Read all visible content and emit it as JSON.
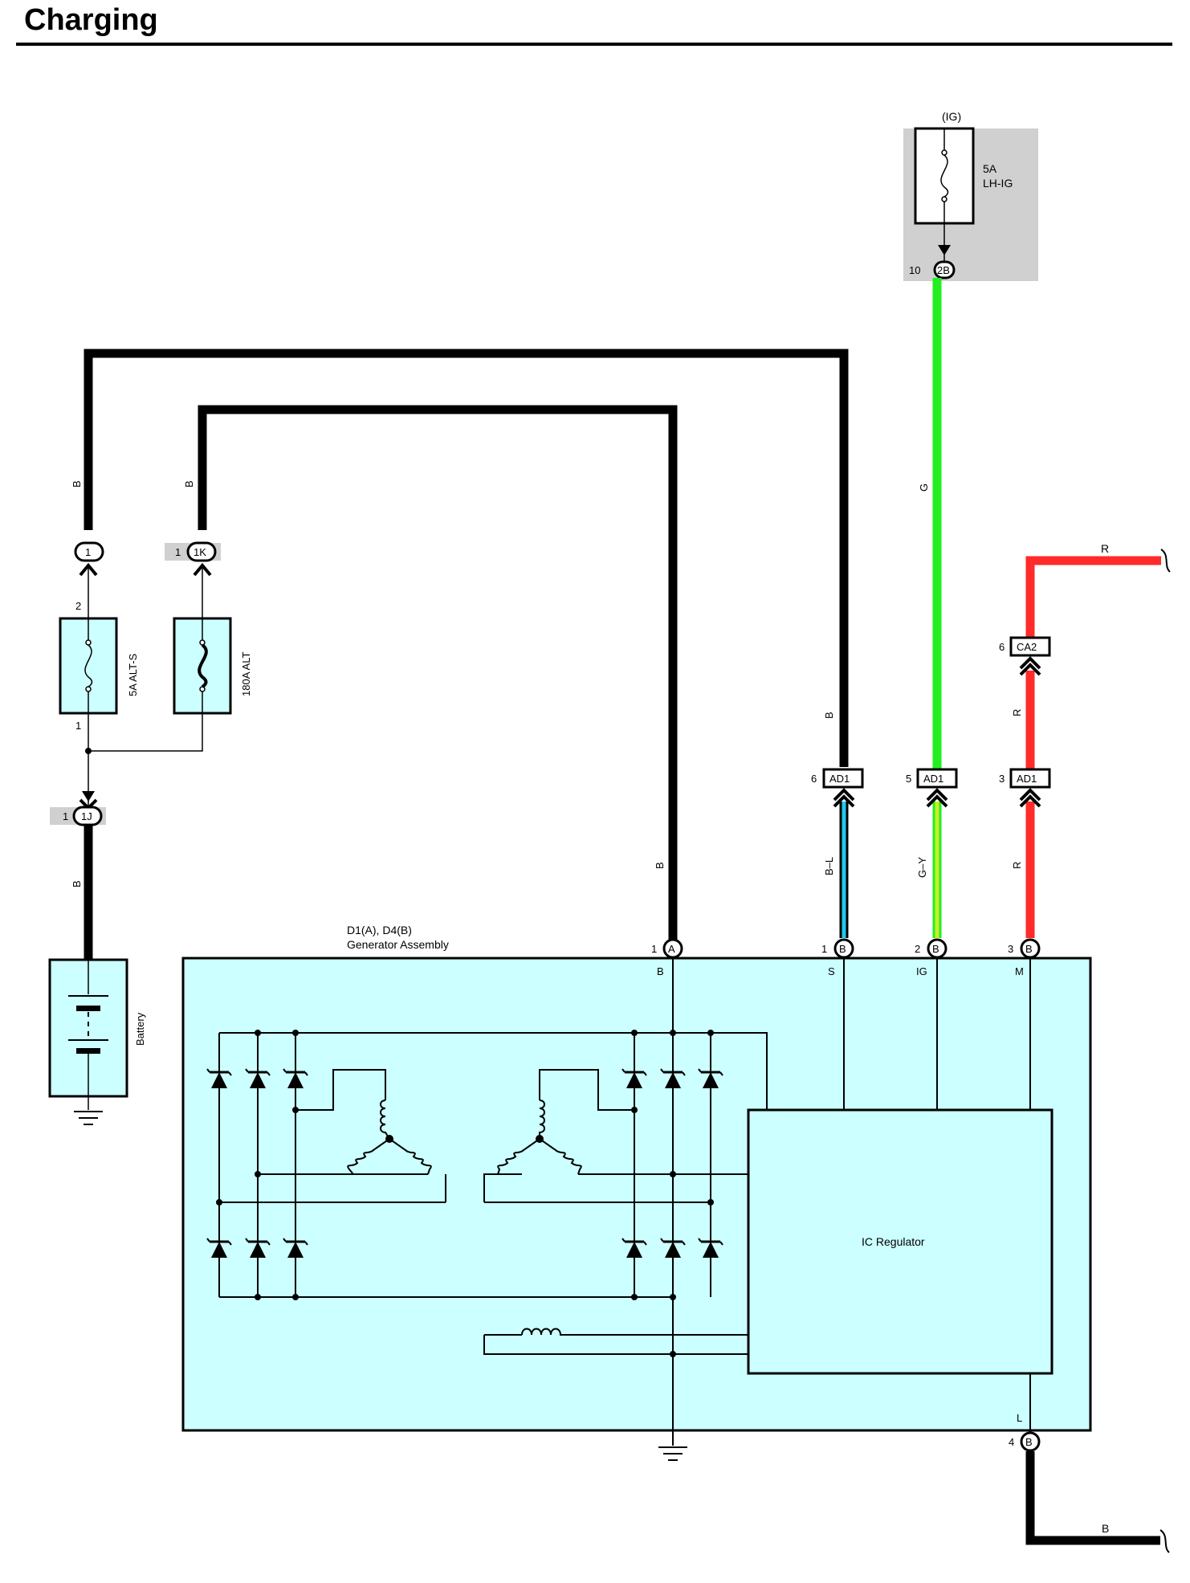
{
  "title": "Charging",
  "wire_colors": {
    "B": "#000000",
    "G": "#22ee22",
    "R": "#ff2a2a",
    "B-L": "#22c8f0",
    "G-Y": "#c8ee22",
    "fill_light": "#ccffff",
    "shade": "#d0d0d0"
  },
  "ig_box": {
    "label": "(IG)",
    "fuse_rating": "5A",
    "fuse_name": "LH-IG",
    "connector": "2B",
    "pin": "10"
  },
  "fuse_alt_s": {
    "label": "5A ALT-S",
    "pin_top": "2",
    "pin_bottom": "1"
  },
  "fuse_alt": {
    "label": "180A ALT"
  },
  "connector_1": {
    "code": "1"
  },
  "connector_1k": {
    "code": "1K",
    "pin": "1"
  },
  "connector_1j": {
    "code": "1J",
    "pin": "1"
  },
  "battery": {
    "label": "Battery"
  },
  "wire_labels": {
    "b_left_outer": "B",
    "b_left_inner": "B",
    "b_battery": "B",
    "b_generator_a": "B",
    "b_to_ad1": "B",
    "g_top": "G",
    "r_top": "R",
    "r_mid": "R",
    "r_lower": "R",
    "b_l": "B–L",
    "g_y": "G–Y",
    "b_bottom": "B"
  },
  "ad1_connectors": [
    {
      "code": "AD1",
      "pin": "6"
    },
    {
      "code": "AD1",
      "pin": "5"
    },
    {
      "code": "AD1",
      "pin": "3"
    }
  ],
  "ca2_connector": {
    "code": "CA2",
    "pin": "6"
  },
  "generator": {
    "title": "D1(A), D4(B)",
    "subtitle": "Generator Assembly",
    "terminals": [
      {
        "pin": "1",
        "conn": "A",
        "name": "B"
      },
      {
        "pin": "1",
        "conn": "B",
        "name": "S"
      },
      {
        "pin": "2",
        "conn": "B",
        "name": "IG"
      },
      {
        "pin": "3",
        "conn": "B",
        "name": "M"
      },
      {
        "pin": "4",
        "conn": "B",
        "name": "L"
      }
    ],
    "regulator_label": "IC Regulator"
  }
}
